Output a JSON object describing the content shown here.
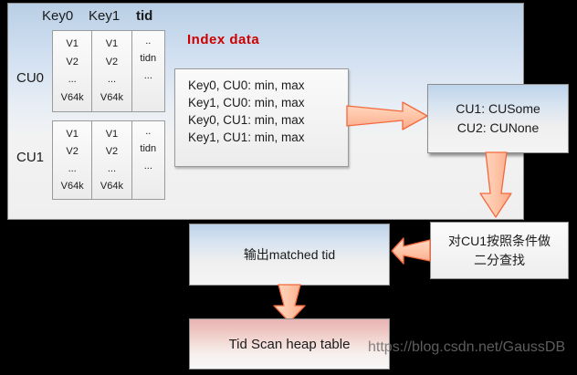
{
  "diagram": {
    "title_label": "Index data",
    "accent_color": "#cc0000",
    "arrow_color": "#ffc8ab",
    "arrow_stroke": "#f4693c"
  },
  "index_panel": {
    "column_headers": [
      "Key0",
      "Key1",
      "tid"
    ],
    "cu_blocks": [
      {
        "label": "CU0",
        "columns": [
          {
            "cells": [
              "V1",
              "V2",
              "...",
              "V64k"
            ]
          },
          {
            "cells": [
              "V1",
              "V2",
              "...",
              "V64k"
            ]
          },
          {
            "cells": [
              "..",
              "tidn",
              "..."
            ]
          }
        ]
      },
      {
        "label": "CU1",
        "columns": [
          {
            "cells": [
              "V1",
              "V2",
              "...",
              "V64k"
            ]
          },
          {
            "cells": [
              "V1",
              "V2",
              "...",
              "V64k"
            ]
          },
          {
            "cells": [
              "..",
              "tidn",
              "..."
            ]
          }
        ]
      }
    ],
    "index_data": {
      "title": "Index data",
      "lines": [
        "Key0, CU0: min, max",
        "Key1, CU0: min, max",
        "Key0, CU1: min, max",
        "Key1, CU1: min, max"
      ]
    }
  },
  "flow": {
    "cu_result": {
      "lines": [
        "CU1: CUSome",
        "CU2: CUNone"
      ]
    },
    "binary_search": {
      "lines": [
        "对CU1按照条件做",
        "二分查找"
      ]
    },
    "output_tid": {
      "lines": [
        "输出matched  tid"
      ]
    },
    "tid_scan": {
      "lines": [
        "Tid Scan heap table"
      ]
    }
  },
  "watermark": {
    "text": "https://blog.csdn.net/GaussDB"
  }
}
